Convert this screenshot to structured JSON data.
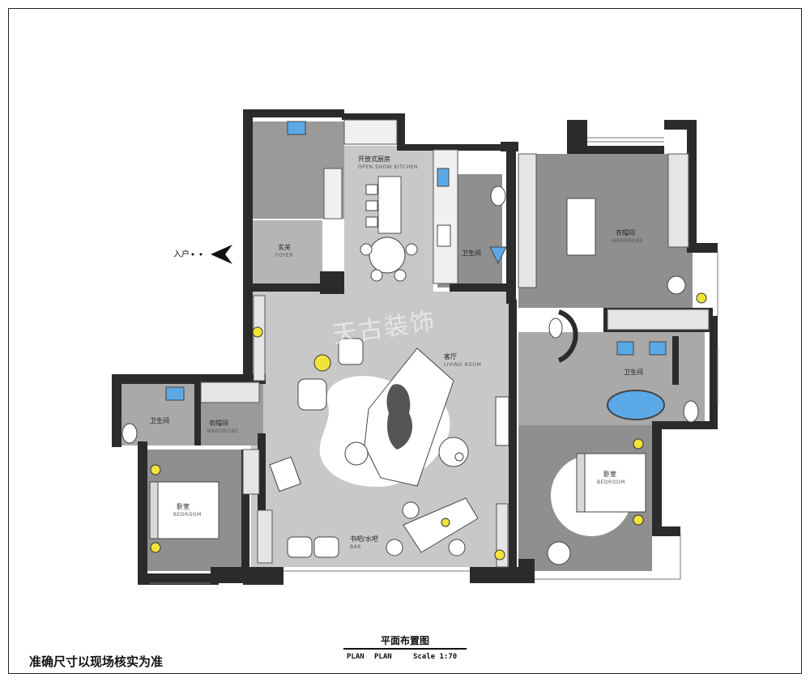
{
  "rooms": {
    "kitchen": {
      "cn": "开放式厨房",
      "en": "OPEN SHOW KITCHEN"
    },
    "foyer": {
      "cn": "玄关",
      "en": "FOYER"
    },
    "living": {
      "cn": "客厅",
      "en": "LIVING ROOM"
    },
    "bath_top": {
      "cn": "卫生间",
      "en": ""
    },
    "wardrobe_master": {
      "cn": "衣帽间",
      "en": "WARDROBE"
    },
    "bath_master": {
      "cn": "卫生间",
      "en": ""
    },
    "bedroom_master": {
      "cn": "卧室",
      "en": "BEDROOM"
    },
    "bath_left": {
      "cn": "卫生间",
      "en": ""
    },
    "wardrobe_left": {
      "cn": "衣帽间",
      "en": "WARDROBE"
    },
    "bedroom_left": {
      "cn": "卧室",
      "en": "BEDROOM"
    },
    "bar": {
      "cn": "书吧/水吧",
      "en": "BAR"
    }
  },
  "entry": {
    "label": "入户"
  },
  "title": {
    "cn": "平面布置图",
    "plan1": "PLAN",
    "plan2": "PLAN",
    "scale": "Scale 1:70"
  },
  "note": "准确尺寸以现场核实为准",
  "watermark": "天古装饰",
  "colors": {
    "wall": "#2b2b2b",
    "floor_main": "#c8c8c8",
    "floor_room": "#8f8f8f",
    "floor_wet": "#a9a9a9",
    "furniture": "#ffffff",
    "water": "#5aa9e6",
    "lamp": "#f2e33a"
  }
}
